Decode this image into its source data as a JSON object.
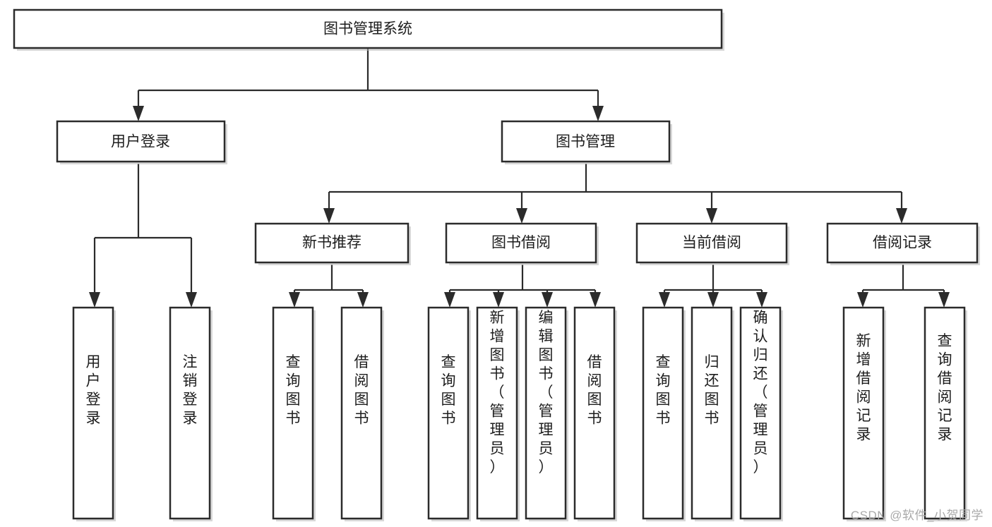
{
  "diagram": {
    "type": "tree-hierarchy",
    "title": "图书管理系统",
    "watermark": "CSDN @软件_小贺同学",
    "orientation": "top-down",
    "root": {
      "id": "root",
      "label": "图书管理系统",
      "orientation": "horizontal"
    },
    "level2": [
      {
        "id": "user-login",
        "label": "用户登录",
        "orientation": "horizontal"
      },
      {
        "id": "book-manage",
        "label": "图书管理",
        "orientation": "horizontal"
      }
    ],
    "level3": [
      {
        "id": "new-book-recommend",
        "label": "新书推荐",
        "orientation": "horizontal",
        "parent": "book-manage"
      },
      {
        "id": "book-borrow",
        "label": "图书借阅",
        "orientation": "horizontal",
        "parent": "book-manage"
      },
      {
        "id": "current-borrow",
        "label": "当前借阅",
        "orientation": "horizontal",
        "parent": "book-manage"
      },
      {
        "id": "borrow-record",
        "label": "借阅记录",
        "orientation": "horizontal",
        "parent": "book-manage"
      }
    ],
    "leaves": [
      {
        "id": "leaf-user-login",
        "label": "用户登录",
        "orientation": "vertical",
        "parent": "user-login"
      },
      {
        "id": "leaf-user-logout",
        "label": "注销登录",
        "orientation": "vertical",
        "parent": "user-login"
      },
      {
        "id": "leaf-query-book-1",
        "label": "查询图书",
        "orientation": "vertical",
        "parent": "new-book-recommend"
      },
      {
        "id": "leaf-borrow-book-1",
        "label": "借阅图书",
        "orientation": "vertical",
        "parent": "new-book-recommend"
      },
      {
        "id": "leaf-query-book-2",
        "label": "查询图书",
        "orientation": "vertical",
        "parent": "book-borrow"
      },
      {
        "id": "leaf-add-book",
        "label": "新增图书（管理员）",
        "orientation": "vertical",
        "parent": "book-borrow"
      },
      {
        "id": "leaf-edit-book",
        "label": "编辑图书（管理员）",
        "orientation": "vertical",
        "parent": "book-borrow"
      },
      {
        "id": "leaf-borrow-book-2",
        "label": "借阅图书",
        "orientation": "vertical",
        "parent": "book-borrow"
      },
      {
        "id": "leaf-query-book-3",
        "label": "查询图书",
        "orientation": "vertical",
        "parent": "current-borrow"
      },
      {
        "id": "leaf-return-book",
        "label": "归还图书",
        "orientation": "vertical",
        "parent": "current-borrow"
      },
      {
        "id": "leaf-confirm-return",
        "label": "确认归还（管理员）",
        "orientation": "vertical",
        "parent": "current-borrow"
      },
      {
        "id": "leaf-add-record",
        "label": "新增借阅记录",
        "orientation": "vertical",
        "parent": "borrow-record"
      },
      {
        "id": "leaf-query-record",
        "label": "查询借阅记录",
        "orientation": "vertical",
        "parent": "borrow-record"
      }
    ],
    "colors": {
      "box_stroke": "#2b2b2b",
      "box_fill": "#ffffff",
      "text": "#1d1d1d",
      "background": "#ffffff",
      "watermark": "#a9a9a9"
    }
  }
}
